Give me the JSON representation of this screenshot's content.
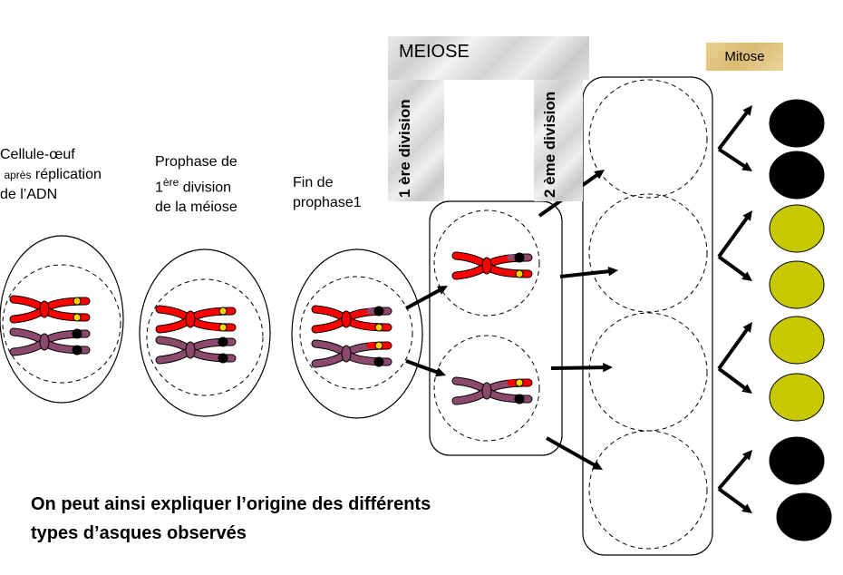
{
  "labels": {
    "cell1": {
      "line1": "Cellule-œuf",
      "line2_small": "après",
      "line2": " réplication",
      "line3": "de l’ADN"
    },
    "cell2": {
      "line1": "Prophase de",
      "line2_num": "1",
      "line2_sup": "ère",
      "line2": " division",
      "line3": "de la méiose"
    },
    "cell3": {
      "line1": "Fin de",
      "line2": "prophase1"
    }
  },
  "meiose": {
    "title": "MEIOSE",
    "division1": "1 ère division",
    "division2": "2 ème division"
  },
  "mitose": {
    "title": "Mitose"
  },
  "conclusion": {
    "line1": "On peut ainsi expliquer l’origine des différents",
    "line2": "types d’asques observés"
  },
  "colors": {
    "red": "#ff0000",
    "purple": "#8b4a6b",
    "yellow_allele": "#ffd400",
    "spore_black": "#000000",
    "spore_yellow": "#c8c800"
  },
  "ascospores": [
    "black",
    "black",
    "yellow",
    "yellow",
    "yellow",
    "yellow",
    "black",
    "black"
  ]
}
